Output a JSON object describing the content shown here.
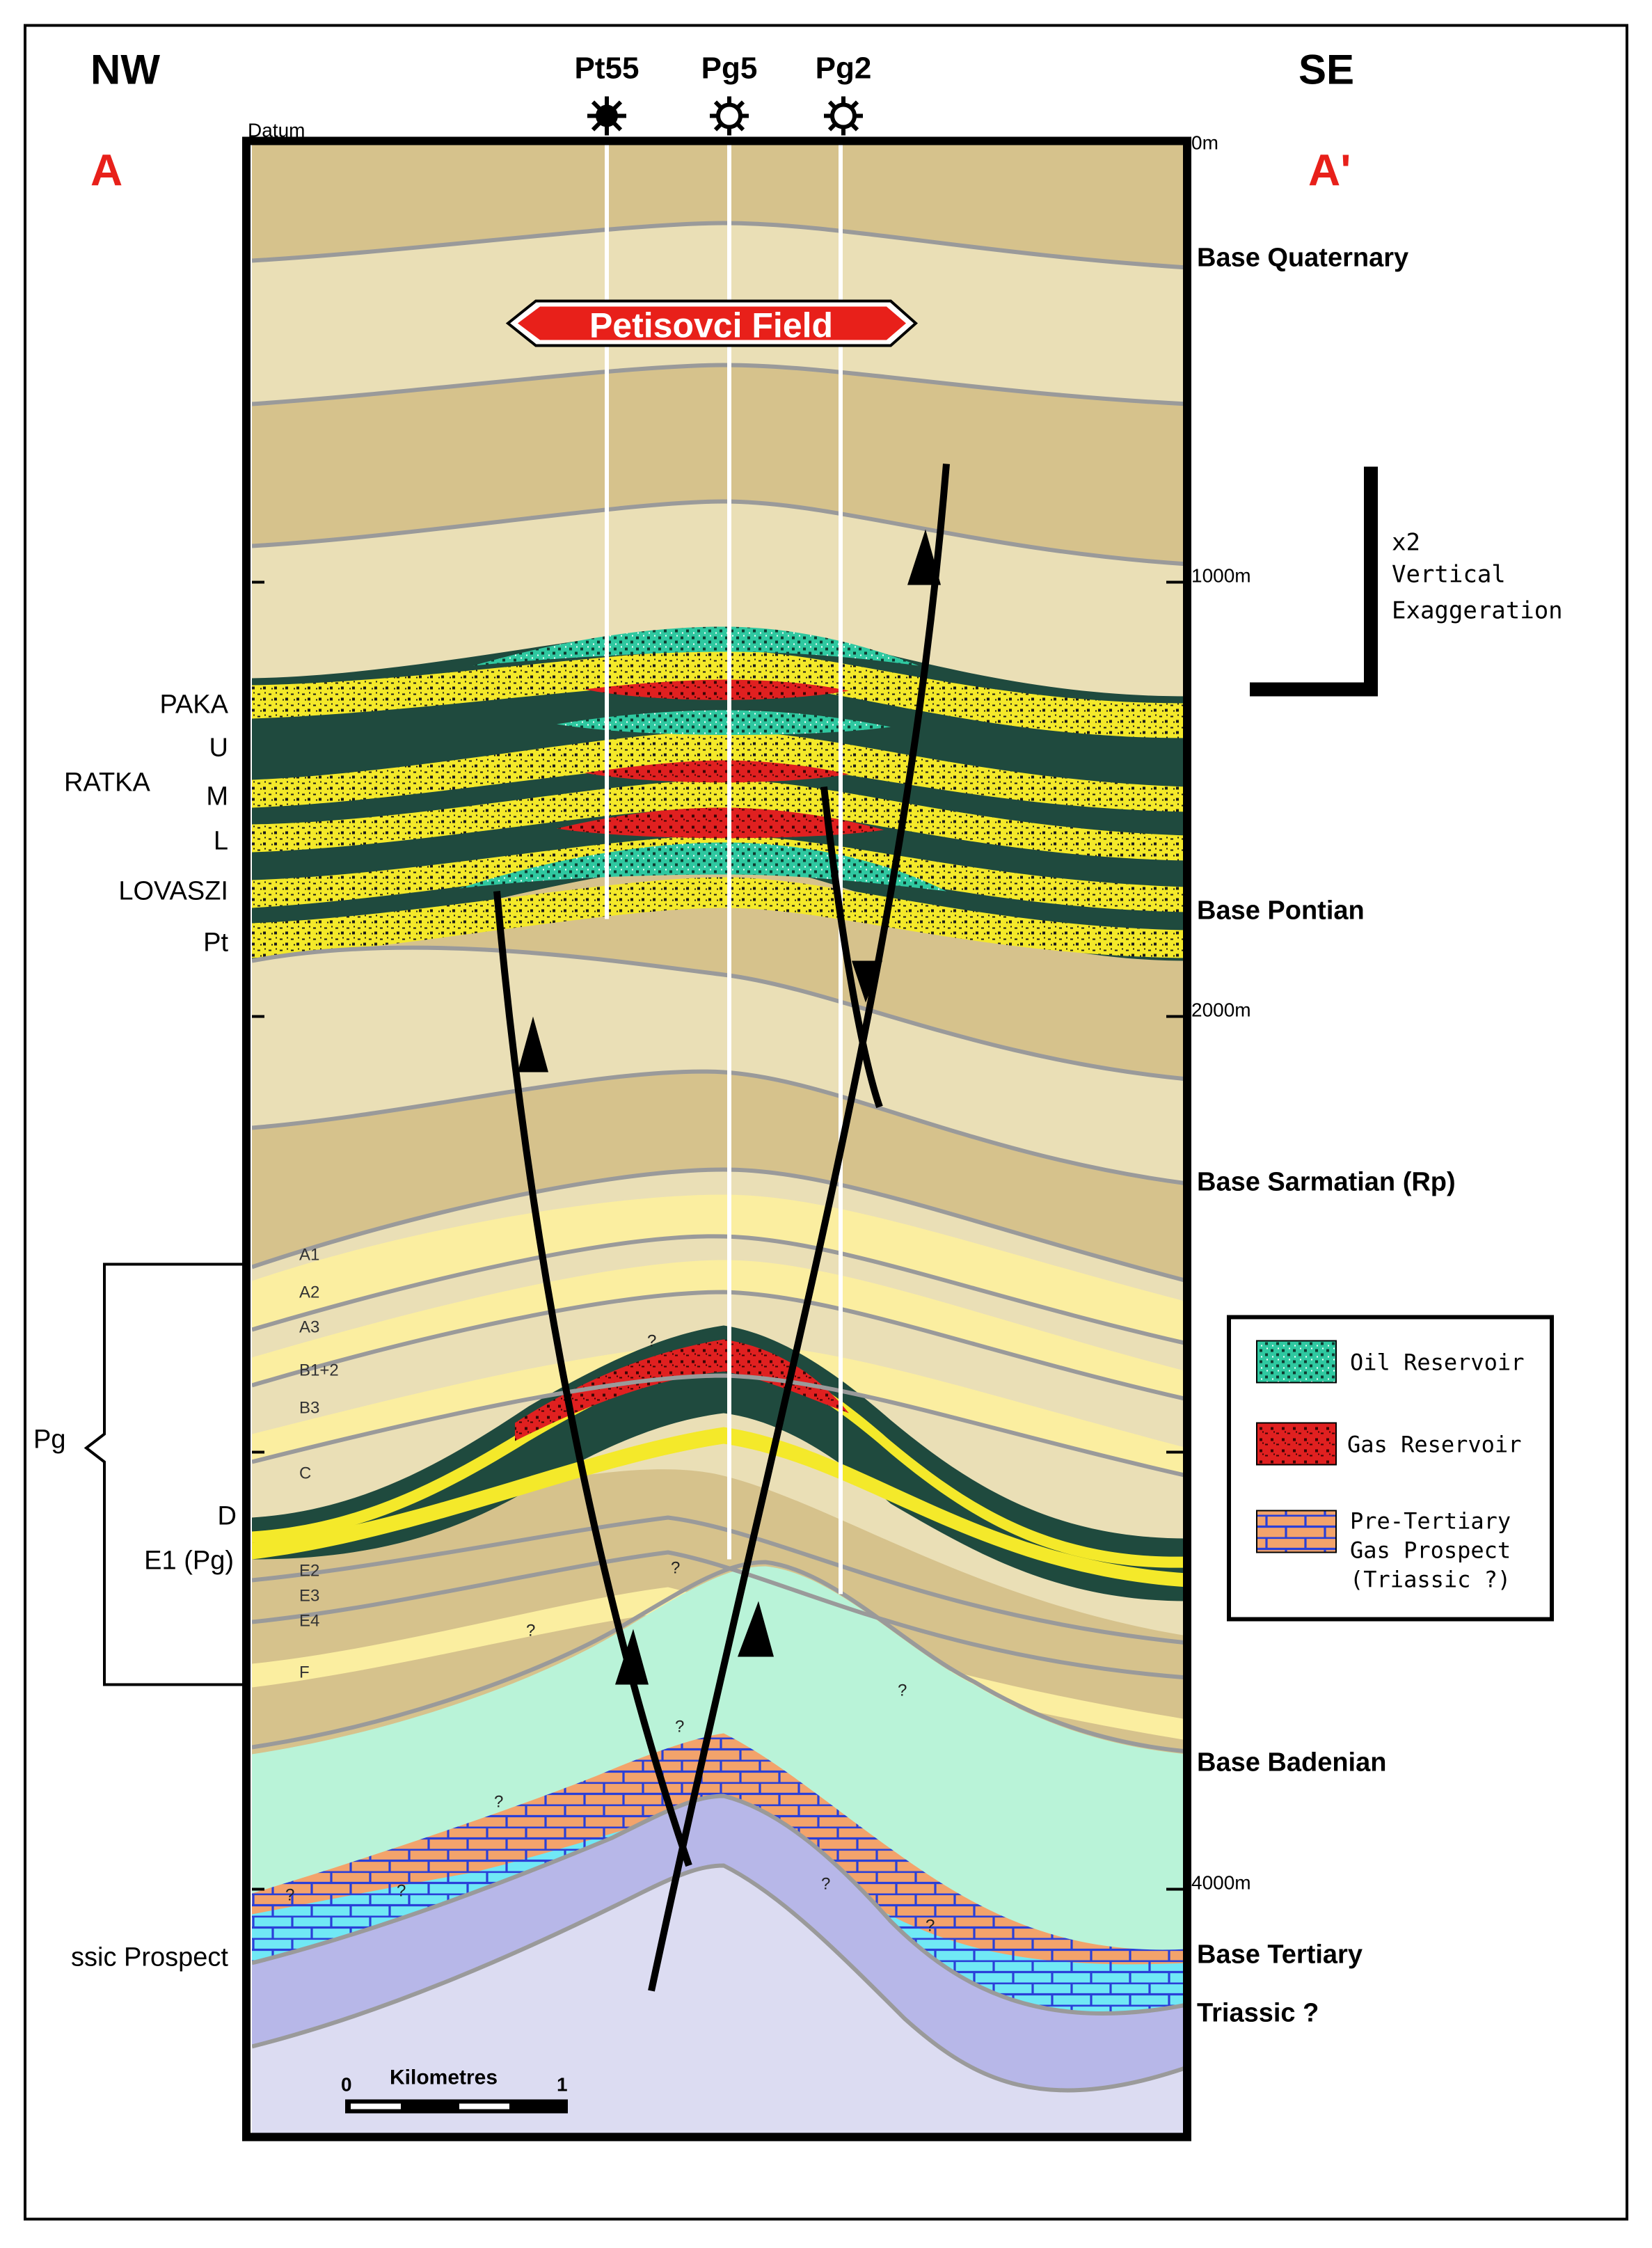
{
  "header": {
    "nw": "NW",
    "se": "SE",
    "a_left": "A",
    "a_right": "A'",
    "datum": "Datum"
  },
  "wells": [
    {
      "name": "Pt55"
    },
    {
      "name": "Pg5"
    },
    {
      "name": "Pg2"
    }
  ],
  "field_title": "Petisovci Field",
  "depth_labels": {
    "d0": "0m",
    "d1000": "1000m",
    "d2000": "2000m",
    "d4000": "4000m"
  },
  "right_labels": {
    "base_quaternary": "Base Quaternary",
    "base_pontian": "Base Pontian",
    "base_sarmatian": "Base Sarmatian (Rp)",
    "base_badenian": "Base Badenian",
    "base_tertiary": "Base Tertiary",
    "triassic": "Triassic ?"
  },
  "left_labels": {
    "paka": "PAKA",
    "u": "U",
    "ratka": "RATKA",
    "m": "M",
    "l": "L",
    "lovaszi": "LOVASZI",
    "pt": "Pt",
    "pg": "Pg",
    "d": "D",
    "e1": "E1 (Pg)",
    "triassic_prospect": "ssic Prospect"
  },
  "inner_labels": {
    "a1": "A1",
    "a2": "A2",
    "a3": "A3",
    "b12": "B1+2",
    "b3": "B3",
    "c": "C",
    "e2": "E2",
    "e3": "E3",
    "e4": "E4",
    "f": "F"
  },
  "question_mark": "?",
  "exaggeration": {
    "line1": "x2",
    "line2": "Vertical",
    "line3": "Exaggeration"
  },
  "scale": {
    "zero": "0",
    "one": "1",
    "label": "Kilometres"
  },
  "legend": {
    "oil": "Oil Reservoir",
    "gas": "Gas Reservoir",
    "pre1": "Pre-Tertiary",
    "pre2": "Gas Prospect",
    "pre3": "(Triassic ?)"
  },
  "colors": {
    "tan": "#d6c28c",
    "light_tan": "#eadfb6",
    "yellow": "#fbeea0",
    "oil_green": "#2fc8a0",
    "dark_green": "#1f4a3e",
    "sand_yellow": "#f4e92a",
    "gas_red": "#e02020",
    "mint": "#b9f3d8",
    "orange": "#f3a36b",
    "brick_blue": "#2a3fd8",
    "cyan": "#70e8f5",
    "lavender": "#b7b7e8",
    "pale_lavender": "#dcdcf2",
    "accent_red": "#e8201a"
  }
}
